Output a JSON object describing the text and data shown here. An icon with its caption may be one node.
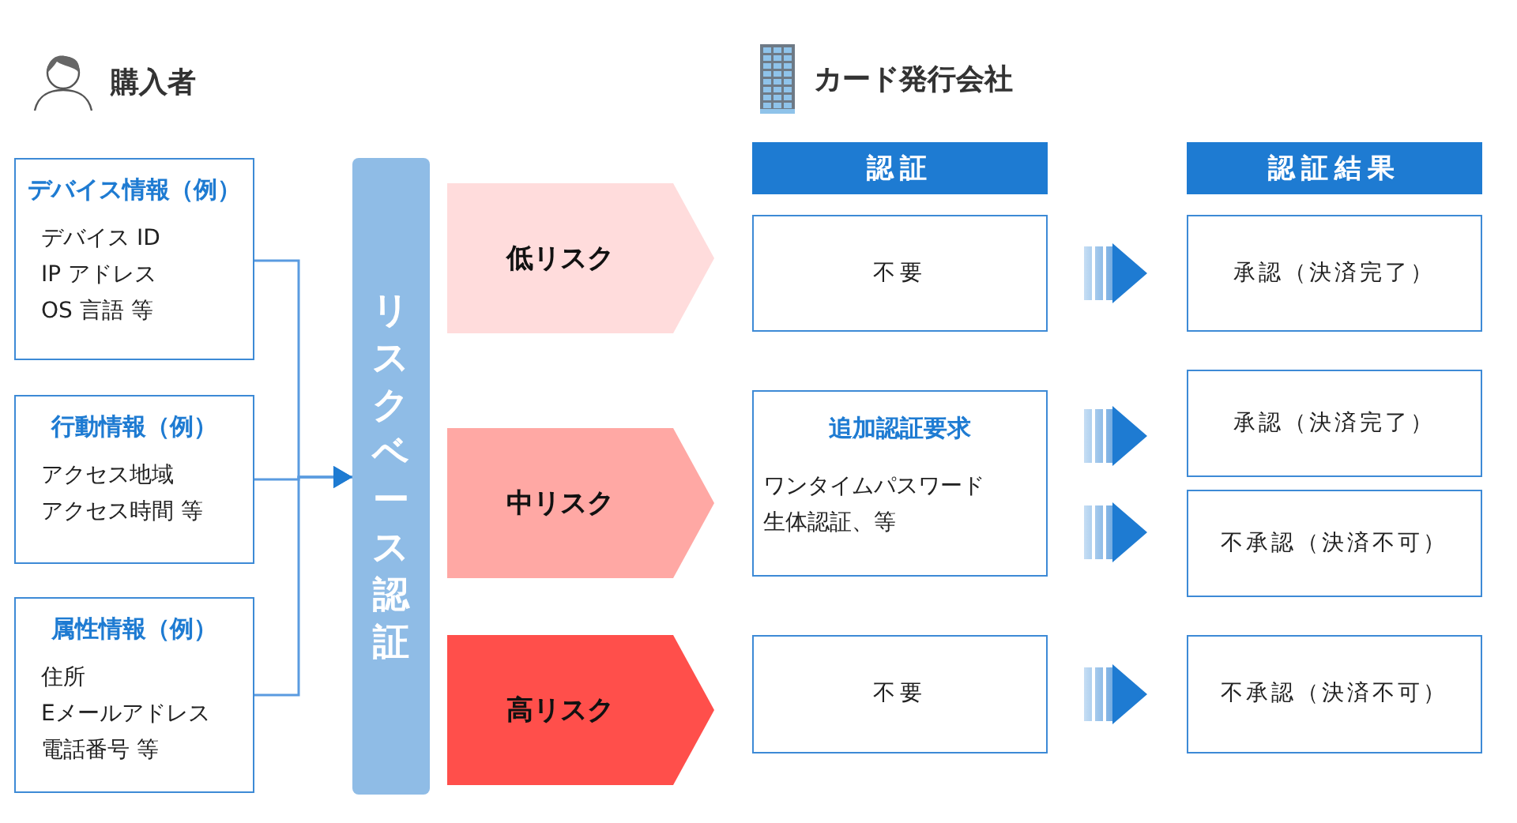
{
  "diagram": {
    "nodes": [
      {
        "text": [
          "デバイス情報（例）",
          "デバイス ID",
          "IP アドレス",
          "OS 言語 等"
        ]
      },
      {
        "text": [
          "行動情報（例）",
          "アクセス地域",
          "アクセス時間 等"
        ]
      },
      {
        "text": [
          "属性情報（例）",
          "住所",
          "Eメールアドレス",
          "電話番号 等"
        ]
      },
      {
        "text": [
          "リスクベース認証"
        ]
      },
      {
        "text": [
          "低リスク"
        ]
      },
      {
        "text": [
          "中リスク"
        ]
      },
      {
        "text": [
          "高リスク"
        ]
      },
      {
        "text": [
          "認証"
        ]
      },
      {
        "text": [
          "認証結果"
        ]
      },
      {
        "text": [
          "不要"
        ]
      },
      {
        "text": [
          "追加認証要求",
          "ワンタイムパスワード",
          "生体認証、等"
        ]
      },
      {
        "text": [
          "不要"
        ]
      },
      {
        "text": [
          "承認（決済完了）"
        ]
      },
      {
        "text": [
          "承認（決済完了）"
        ]
      },
      {
        "text": [
          "不承認（決済不可）"
        ]
      },
      {
        "text": [
          "不承認（決済不可）"
        ]
      }
    ],
    "edges": [
      {
        "from": 0,
        "to": 3,
        "arrow": "to"
      },
      {
        "from": 1,
        "to": 3,
        "arrow": "to"
      },
      {
        "from": 2,
        "to": 3,
        "arrow": "to"
      },
      {
        "from": 9,
        "to": 12,
        "arrow": "to"
      },
      {
        "from": 10,
        "to": 13,
        "arrow": "to"
      },
      {
        "from": 10,
        "to": 14,
        "arrow": "to"
      },
      {
        "from": 11,
        "to": 15,
        "arrow": "to"
      }
    ],
    "labels": [
      "購入者",
      "カード発行会社"
    ]
  }
}
